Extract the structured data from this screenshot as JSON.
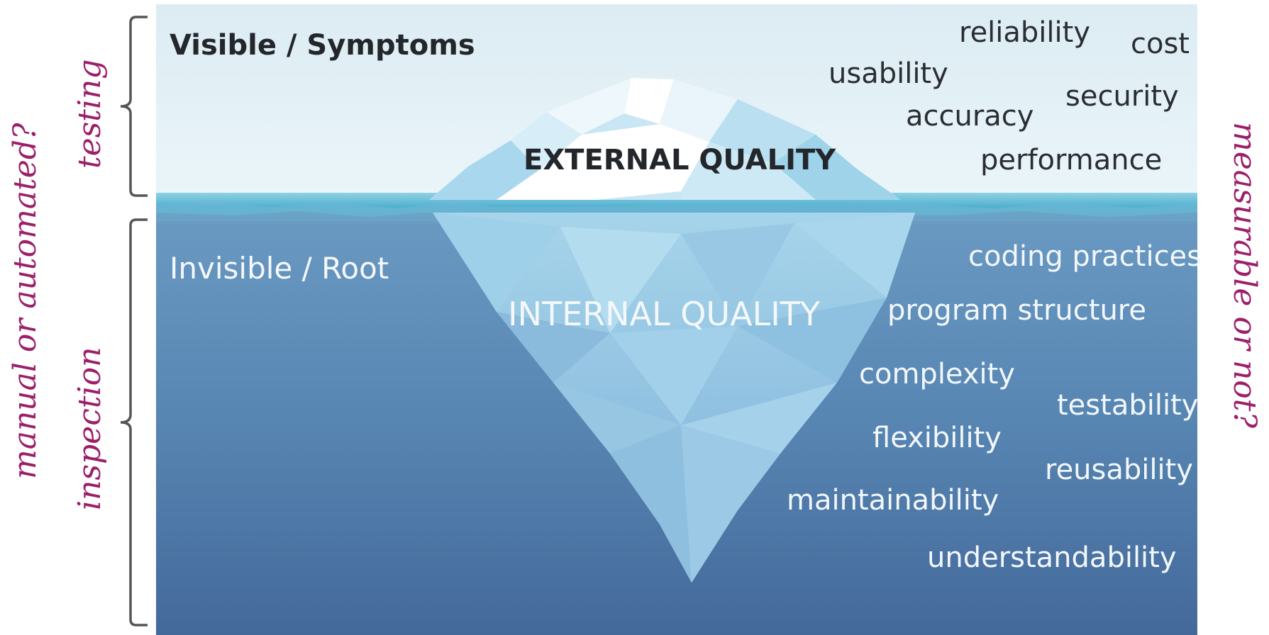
{
  "zones": {
    "visible_title": "Visible / Symptoms",
    "invisible_title": "Invisible / Root"
  },
  "iceberg": {
    "tip_label": "EXTERNAL QUALITY",
    "base_label": "INTERNAL QUALITY"
  },
  "external_attributes": {
    "reliability": "reliability",
    "cost": "cost",
    "usability": "usability",
    "security": "security",
    "accuracy": "accuracy",
    "performance": "performance"
  },
  "internal_attributes": {
    "coding_practices": "coding practices",
    "program_structure": "program structure",
    "complexity": "complexity",
    "testability": "testability",
    "flexibility": "flexibility",
    "reusability": "reusability",
    "maintainability": "maintainability",
    "understandability": "understandability"
  },
  "annotations": {
    "testing": "testing",
    "inspection": "inspection",
    "manual_or_automated": "manual or automated?",
    "measurable_or_not": "measurable or not?"
  },
  "colors": {
    "sky": "#e4f1f6",
    "water": "#5c8bb5",
    "water_deep": "#3f6a95",
    "handwriting": "#9c1f6a",
    "brace": "#555555"
  }
}
